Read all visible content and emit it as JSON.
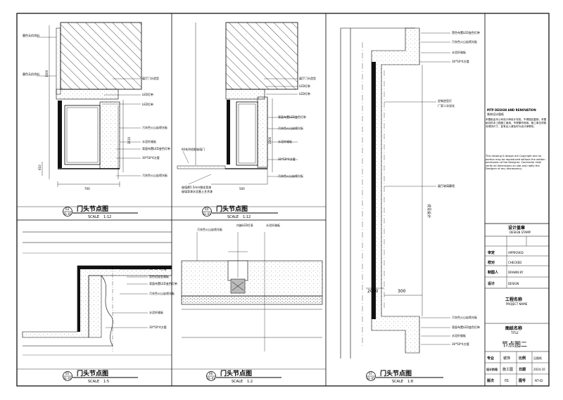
{
  "details": [
    {
      "title": "门头节点图",
      "scale_label": "SCALE",
      "scale": "1:12",
      "num": "03",
      "ref": "EL-01",
      "labels": [
        "墨色无机涂料",
        "墨色无机涂料",
        "展厅门头造型",
        "LED灯带",
        "LED灯带",
        "污灰色火山岩喷光板",
        "水泥纤维板",
        "背面布置LED变色灯带",
        "30*50*4方管",
        "污灰色火山岩喷光板"
      ],
      "dims": [
        "1000",
        "3610",
        "610",
        "700"
      ]
    },
    {
      "title": "门头节点图",
      "scale_label": "SCALE",
      "scale": "1:12",
      "num": "04",
      "ref": "EL-01",
      "labels": [
        "展厅门头造型",
        "LED灯带",
        "LED灯带",
        "背面布置LED变色灯带",
        "污灰色火山岩喷光板",
        "水泥纤维板",
        "30*50*4方管",
        "污灰色火山岩喷光板",
        "60系列铝框玻璃门",
        "玻璃厚5.5mm钢化背漆",
        "玻璃背漆水泥基土艺术漆"
      ],
      "dims": [
        "2300",
        "500"
      ]
    },
    {
      "title": "门头节点图",
      "scale_label": "SCALE",
      "scale": "1:5",
      "num": "05",
      "ref": "EL-01",
      "labels": [
        "30*50*4方管",
        "黑色铝塑金属板",
        "背面布置LED变色灯带",
        "污灰色火山岩喷光板",
        "水泥纤维板",
        "30*50*4方管"
      ],
      "dims": []
    },
    {
      "title": "门头节点图",
      "scale_label": "SCALE",
      "scale": "1:2",
      "num": "06",
      "ref": "EL-01",
      "labels": [
        "污灰色火山岩喷光板",
        "内嵌LED灯条",
        "水泥纤维板"
      ],
      "dims": []
    },
    {
      "title": "门头节点图",
      "scale_label": "SCALE",
      "scale": "1:8",
      "num": "07",
      "ref": "EL-01",
      "labels": [
        "黑色布置LED变色灯带",
        "污灰色火山岩喷光板",
        "水泥纤维板",
        "30*50*4方管",
        "定制造型灯",
        "厂家二次深化",
        "展厅玻璃幕墙",
        "污灰色火山岩喷光板",
        "背面布置LED变色灯带",
        "水泥纤维板",
        "30*50*4方管"
      ],
      "dims": [
        "详见设计",
        "300",
        "2000"
      ]
    }
  ],
  "titleblock": {
    "project_header": "MTP DESIGN AND RENOVATION",
    "sub_header": "装饰设计图纸",
    "notes_cn": "本图纸由本公司设计师设计完成，不得擅自复制，本图纸仅供本工程施工使用，不得挪作他用。施工单位须核对现场尺寸，如有出入请及时与设计师联系。",
    "notes_en": "This drawing & design are Copyright and no portion may be reproduced without the written permission of the Designer. Contractor shall verify all dimensions on site and notify the Designer of any discrepancy.",
    "design_stamp": "设计盖章",
    "design_stamp_en": "DESIGN STAMP",
    "rows": [
      [
        "审定",
        "APPROVED"
      ],
      [
        "校对",
        "CHECKED"
      ],
      [
        "制图人",
        "DRAWN BY"
      ],
      [
        "设计",
        "DESIGN"
      ]
    ],
    "project_name": "工程名称",
    "project_name_en": "PROJECT NAME",
    "drawing_name": "图纸名称",
    "drawing_name_en": "TITLE",
    "sheet_title": "节点图二",
    "bottom": [
      [
        "专业",
        "装饰",
        "比例",
        "见图纸"
      ],
      [
        "设计阶段",
        "施工图",
        "日期",
        "2024.10"
      ],
      [
        "版次",
        "01",
        "图号",
        "NT-02"
      ]
    ]
  }
}
